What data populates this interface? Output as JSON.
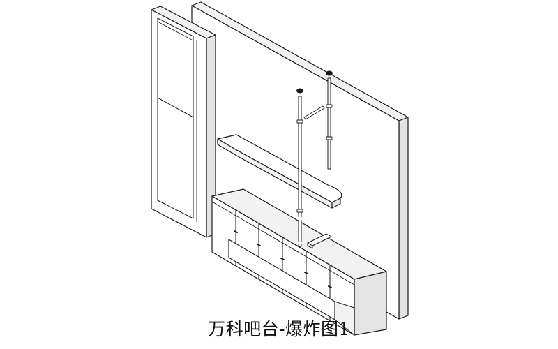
{
  "caption": "万科吧台-爆炸图1",
  "colors": {
    "line": "#1a1a1a",
    "face_light": "#ffffff",
    "face_shade": "#f2f2f2",
    "face_dark": "#e4e4e4"
  },
  "parts": [
    "back-wall-panel",
    "tall-cabinet",
    "bar-countertop",
    "upright-rods",
    "base-cabinet",
    "plinth",
    "connector-fittings"
  ]
}
